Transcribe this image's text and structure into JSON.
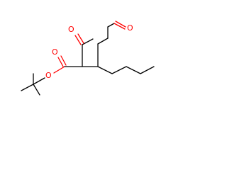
{
  "molecule": {
    "atoms": {
      "ester_carbonyl_oxygen": "O",
      "ester_oxygen": "O",
      "ketone_oxygen": "O",
      "aldehyde_oxygen": "O"
    },
    "colors": {
      "bond": "#000000",
      "oxygen": "#ff0000",
      "background": "#ffffff"
    }
  }
}
